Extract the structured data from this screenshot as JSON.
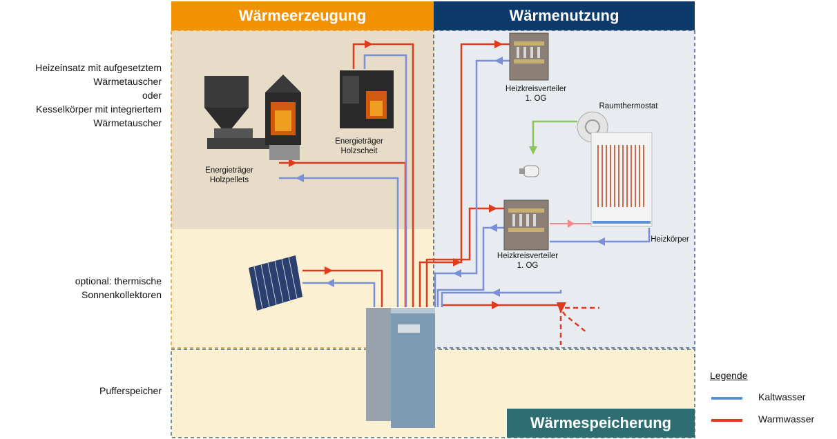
{
  "headers": {
    "erzeugung": "Wärmeerzeugung",
    "nutzung": "Wärmenutzung",
    "speicherung": "Wärmespeicherung"
  },
  "left_labels": {
    "heizeinsatz": [
      "Heizeinsatz mit aufgesetztem",
      "Wärmetauscher",
      "oder",
      "Kesselkörper mit integriertem",
      "Wärmetauscher"
    ],
    "solar": [
      "optional: thermische",
      "Sonnenkollektoren"
    ],
    "puffer": "Pufferspeicher"
  },
  "components": {
    "pellets": [
      "Energieträger",
      "Holzpellets"
    ],
    "holzscheit": [
      "Energieträger",
      "Holzscheit"
    ],
    "verteiler_top": [
      "Heizkreisverteiler",
      "1. OG"
    ],
    "verteiler_bottom": [
      "Heizkreisverteiler",
      "1. OG"
    ],
    "raumthermostat": "Raumthermostat",
    "heizkoerper": "Heizkörper"
  },
  "legend": {
    "title": "Legende",
    "items": [
      {
        "label": "Kaltwasser",
        "color": "#5b8fd6"
      },
      {
        "label": "Warmwasser",
        "color": "#e03a1e"
      }
    ]
  },
  "colors": {
    "erzeugung_header": "#f39200",
    "nutzung_header": "#0b3a6b",
    "speicherung_header": "#2e6e73",
    "warm": "#e03a1e",
    "cold": "#7a90d6",
    "control": "#8cc45c"
  }
}
